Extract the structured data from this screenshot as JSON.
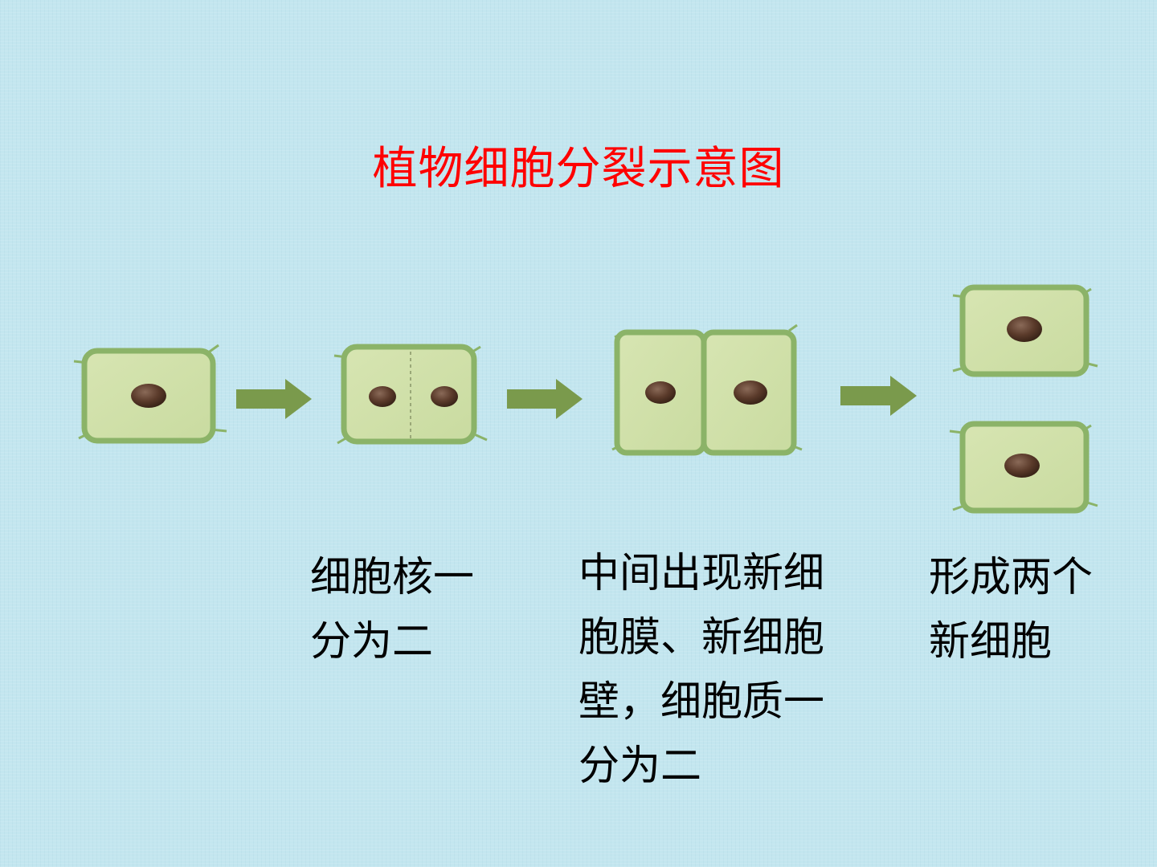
{
  "title": "植物细胞分裂示意图",
  "captions": {
    "step2": [
      "细胞核一",
      "分为二"
    ],
    "step3": [
      "中间出现新细",
      "胞膜、新细胞",
      "壁，细胞质一",
      "分为二"
    ],
    "step4": [
      "形成两个",
      "新细胞"
    ]
  },
  "colors": {
    "title": "#ff0000",
    "cell_fill": "#d3e2ad",
    "cell_wall": "#8bb368",
    "nucleus": "#5a3a2a",
    "arrow": "#7a9a4c",
    "background": "#c3e6ef"
  }
}
